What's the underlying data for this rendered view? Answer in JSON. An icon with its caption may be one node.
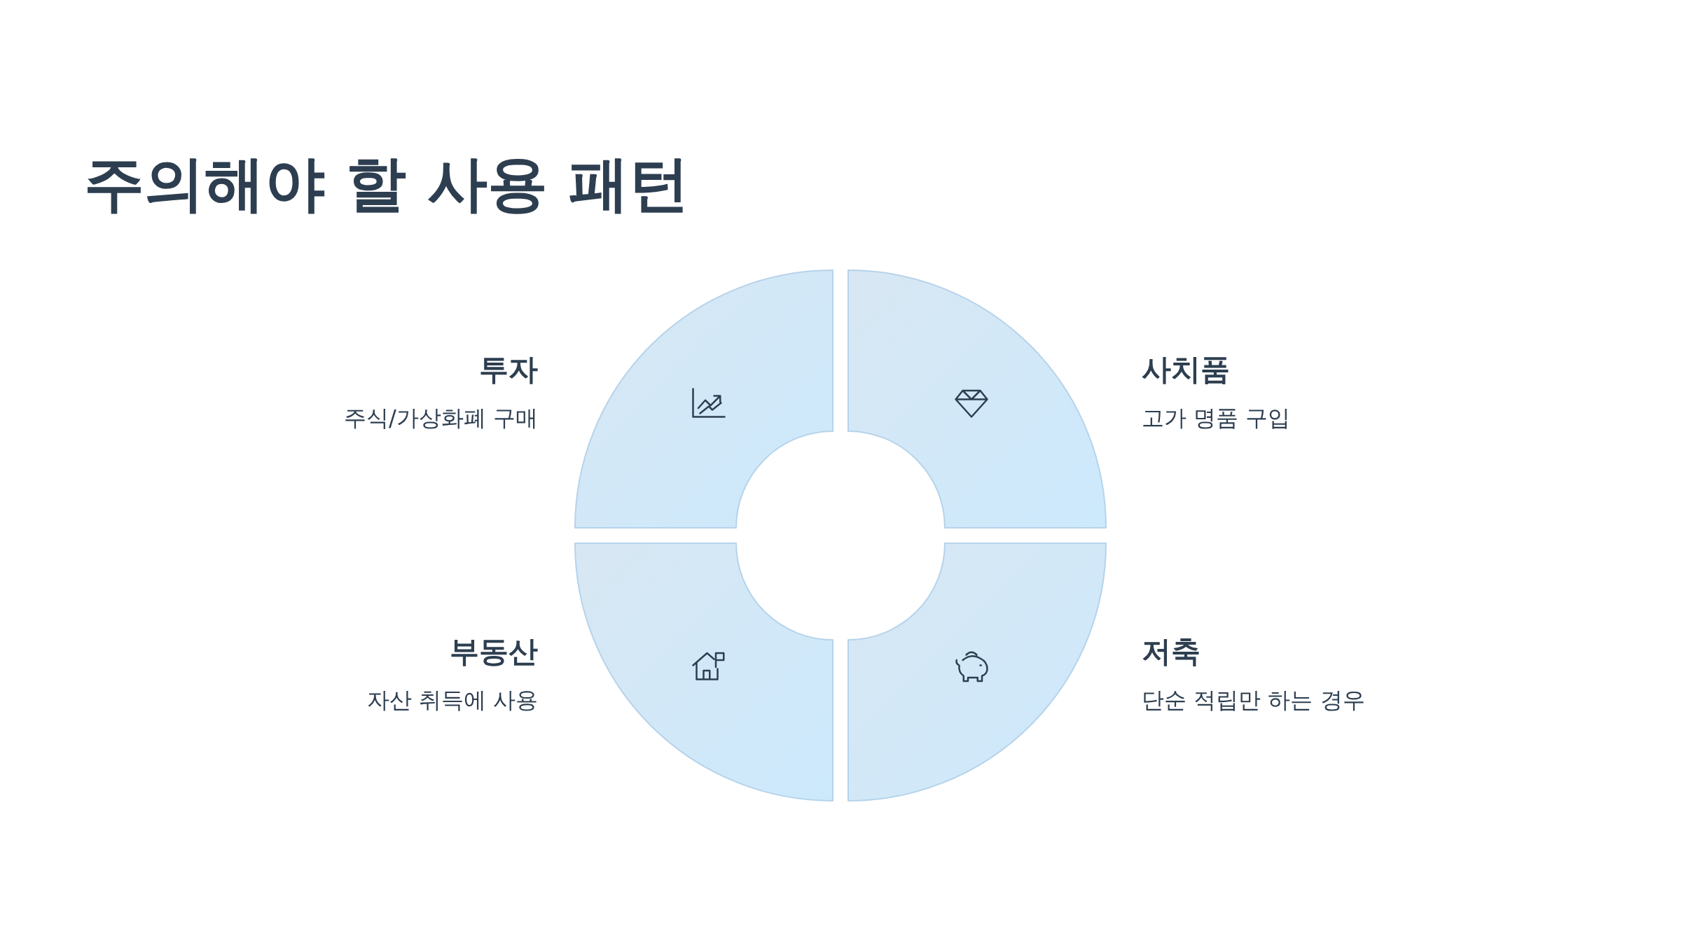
{
  "diagram": {
    "title": "주의해야 할 사용 패턴",
    "nodes": [
      {
        "text": [
          "투자",
          "주식/가상화폐 구매"
        ]
      },
      {
        "text": [
          "사치품",
          "고가 명품 구입"
        ]
      },
      {
        "text": [
          "부동산",
          "자산 취득에 사용"
        ]
      },
      {
        "text": [
          "저축",
          "단순 적립만 하는 경우"
        ]
      }
    ]
  }
}
